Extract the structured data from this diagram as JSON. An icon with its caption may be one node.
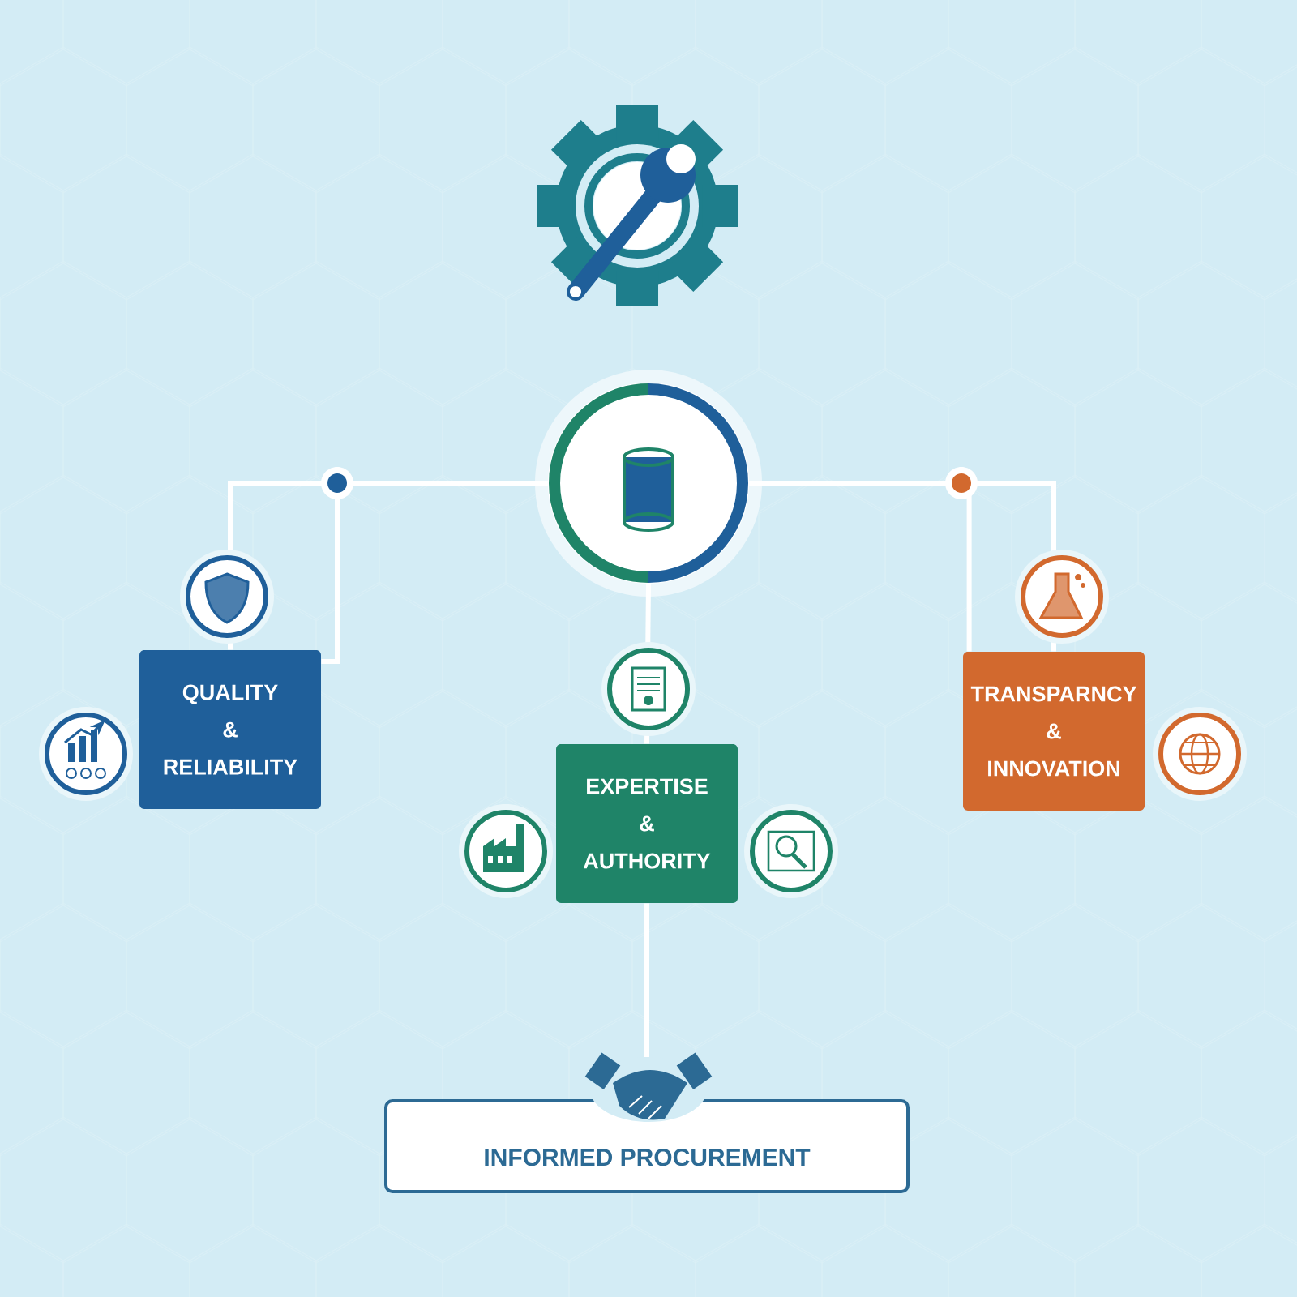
{
  "diagram": {
    "nodes": [
      {
        "text": [],
        "shape": "circle"
      },
      {
        "text": [
          "QUALITY & RELIABILITY"
        ]
      },
      {
        "text": [
          "EXPERTISE & AUTHORITY"
        ]
      },
      {
        "text": [
          "TRANSPARNCY & INNOVATION"
        ]
      },
      {
        "text": [
          "INFORMED PROCUREMENT"
        ]
      }
    ],
    "edges": [
      {
        "from": 0,
        "to": 1,
        "arrow": "none"
      },
      {
        "from": 0,
        "to": 1,
        "arrow": "none"
      },
      {
        "from": 0,
        "to": 2,
        "arrow": "none"
      },
      {
        "from": 0,
        "to": 3,
        "arrow": "none"
      },
      {
        "from": 0,
        "to": 3,
        "arrow": "none"
      },
      {
        "from": 2,
        "to": 4,
        "arrow": "none"
      }
    ]
  }
}
